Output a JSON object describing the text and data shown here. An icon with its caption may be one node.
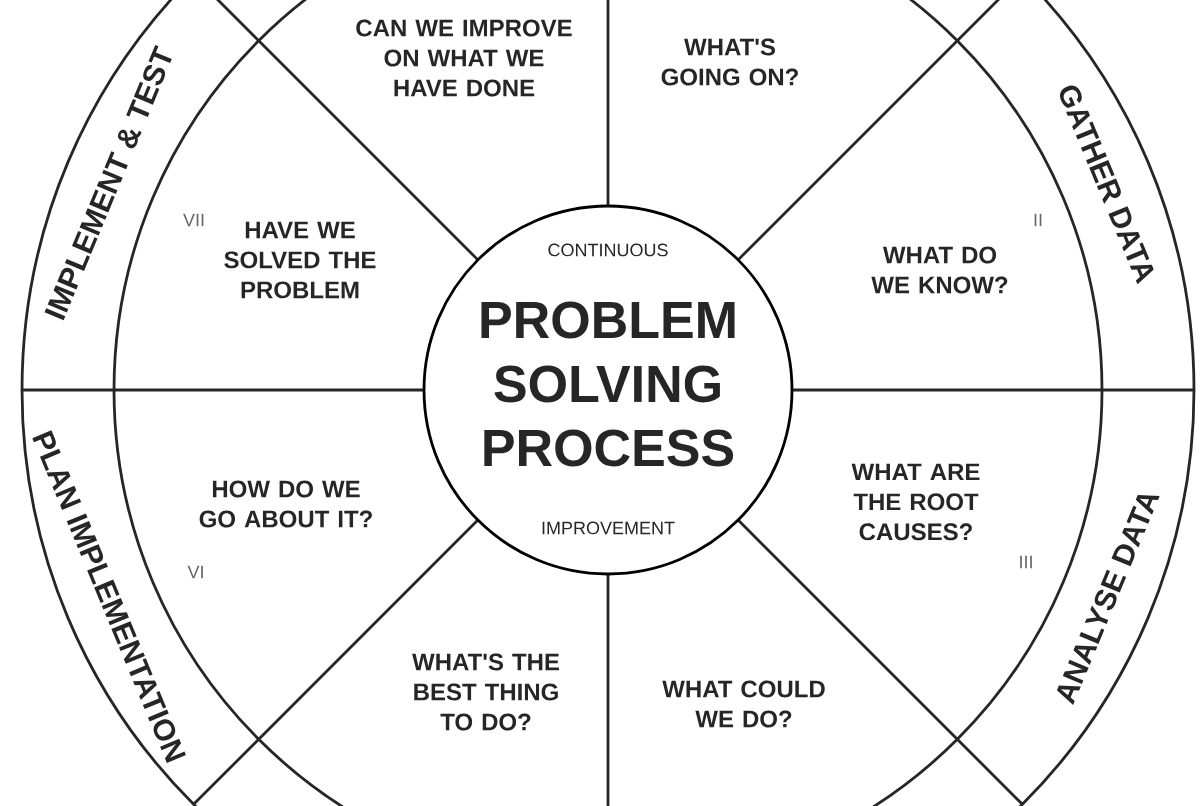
{
  "diagram": {
    "nodes": [
      {
        "text": [
          "CONTINUOUS",
          "PROBLEM SOLVING PROCESS",
          "IMPROVEMENT"
        ]
      },
      {
        "text": [
          "WHAT'S GOING ON?"
        ]
      },
      {
        "text": [
          "WHAT DO WE KNOW?",
          "II"
        ]
      },
      {
        "text": [
          "WHAT ARE THE ROOT CAUSES?",
          "III"
        ]
      },
      {
        "text": [
          "WHAT COULD WE DO?"
        ]
      },
      {
        "text": [
          "WHAT'S THE BEST THING TO DO?"
        ]
      },
      {
        "text": [
          "HOW DO WE GO ABOUT IT?",
          "VI"
        ]
      },
      {
        "text": [
          "HAVE WE SOLVED THE PROBLEM",
          "VII"
        ]
      },
      {
        "text": [
          "CAN WE IMPROVE ON WHAT WE HAVE DONE"
        ]
      },
      {
        "text": [
          "GATHER DATA"
        ]
      },
      {
        "text": [
          "ANALYSE DATA"
        ]
      },
      {
        "text": [
          "PLAN IMPLEMENTATION"
        ]
      },
      {
        "text": [
          "IMPLEMENT & TEST"
        ]
      }
    ],
    "edges": []
  }
}
